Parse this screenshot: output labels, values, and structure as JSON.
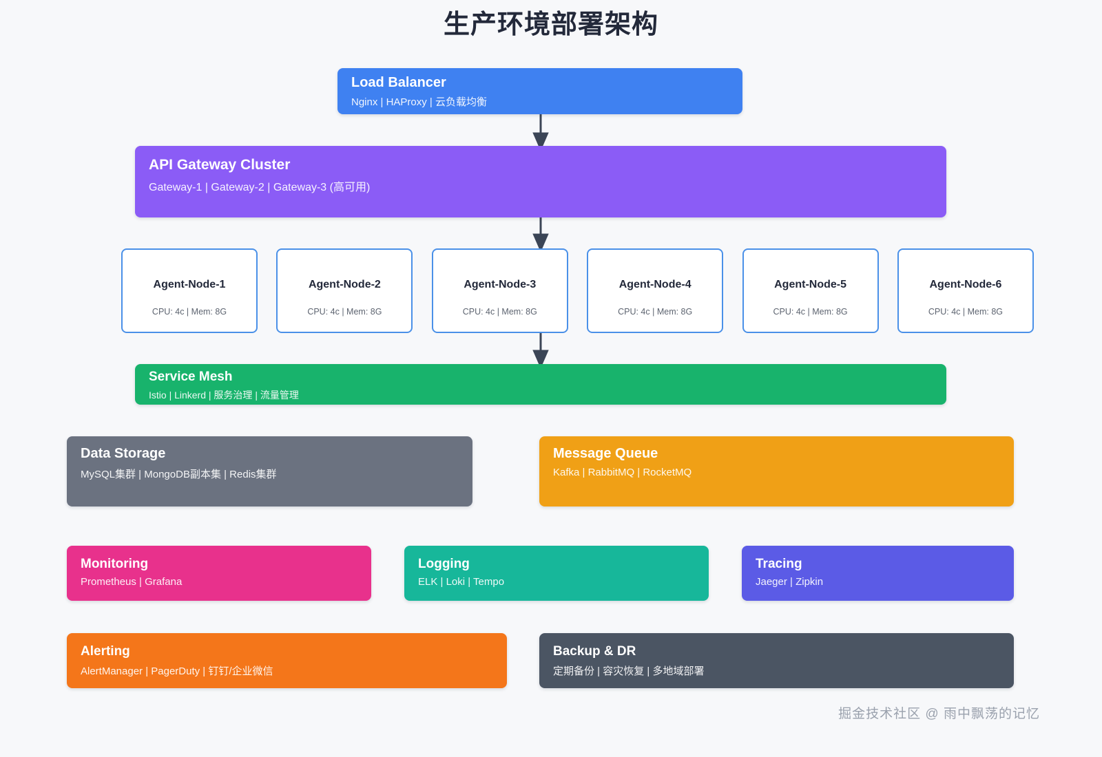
{
  "page": {
    "title": "生产环境部署架构",
    "background_color": "#f7f8fa",
    "watermark": "掘金技术社区 @ 雨中飘荡的记忆"
  },
  "layers": {
    "load_balancer": {
      "title": "Load Balancer",
      "subtitle": "Nginx | HAProxy | 云负载均衡",
      "color": "#3f81f1"
    },
    "api_gateway": {
      "title": "API Gateway Cluster",
      "subtitle": "Gateway-1 | Gateway-2 | Gateway-3 (高可用)",
      "color": "#8b5cf6"
    },
    "service_mesh": {
      "title": "Service Mesh",
      "subtitle": "Istio | Linkerd | 服务治理 | 流量管理",
      "color": "#18b36c"
    },
    "data_storage": {
      "title": "Data Storage",
      "subtitle": "MySQL集群 | MongoDB副本集 | Redis集群",
      "color": "#6b7280"
    },
    "message_queue": {
      "title": "Message Queue",
      "subtitle": "Kafka | RabbitMQ | RocketMQ",
      "color": "#f0a016"
    },
    "monitoring": {
      "title": "Monitoring",
      "subtitle": "Prometheus | Grafana",
      "color": "#e8318c"
    },
    "logging": {
      "title": "Logging",
      "subtitle": "ELK | Loki | Tempo",
      "color": "#17b79a"
    },
    "tracing": {
      "title": "Tracing",
      "subtitle": "Jaeger | Zipkin",
      "color": "#5b5be6"
    },
    "alerting": {
      "title": "Alerting",
      "subtitle": "AlertManager | PagerDuty | 钉钉/企业微信",
      "color": "#f4761a"
    },
    "backup_dr": {
      "title": "Backup & DR",
      "subtitle": "定期备份 | 容灾恢复 | 多地域部署",
      "color": "#4b5563"
    }
  },
  "agent_nodes": [
    {
      "name": "Agent-Node-1",
      "spec": "CPU: 4c | Mem: 8G"
    },
    {
      "name": "Agent-Node-2",
      "spec": "CPU: 4c | Mem: 8G"
    },
    {
      "name": "Agent-Node-3",
      "spec": "CPU: 4c | Mem: 8G"
    },
    {
      "name": "Agent-Node-4",
      "spec": "CPU: 4c | Mem: 8G"
    },
    {
      "name": "Agent-Node-5",
      "spec": "CPU: 4c | Mem: 8G"
    },
    {
      "name": "Agent-Node-6",
      "spec": "CPU: 4c | Mem: 8G"
    }
  ],
  "connectors": [
    {
      "name": "lb-to-gateway",
      "from": "load_balancer",
      "to": "api_gateway"
    },
    {
      "name": "gateway-to-node3",
      "from": "api_gateway",
      "to": "agent_node_3"
    },
    {
      "name": "node3-to-mesh",
      "from": "agent_node_3",
      "to": "service_mesh"
    }
  ],
  "node_style": {
    "border_color": "#4a90e8",
    "fill_color": "#ffffff",
    "arrow_color": "#3b4556"
  }
}
